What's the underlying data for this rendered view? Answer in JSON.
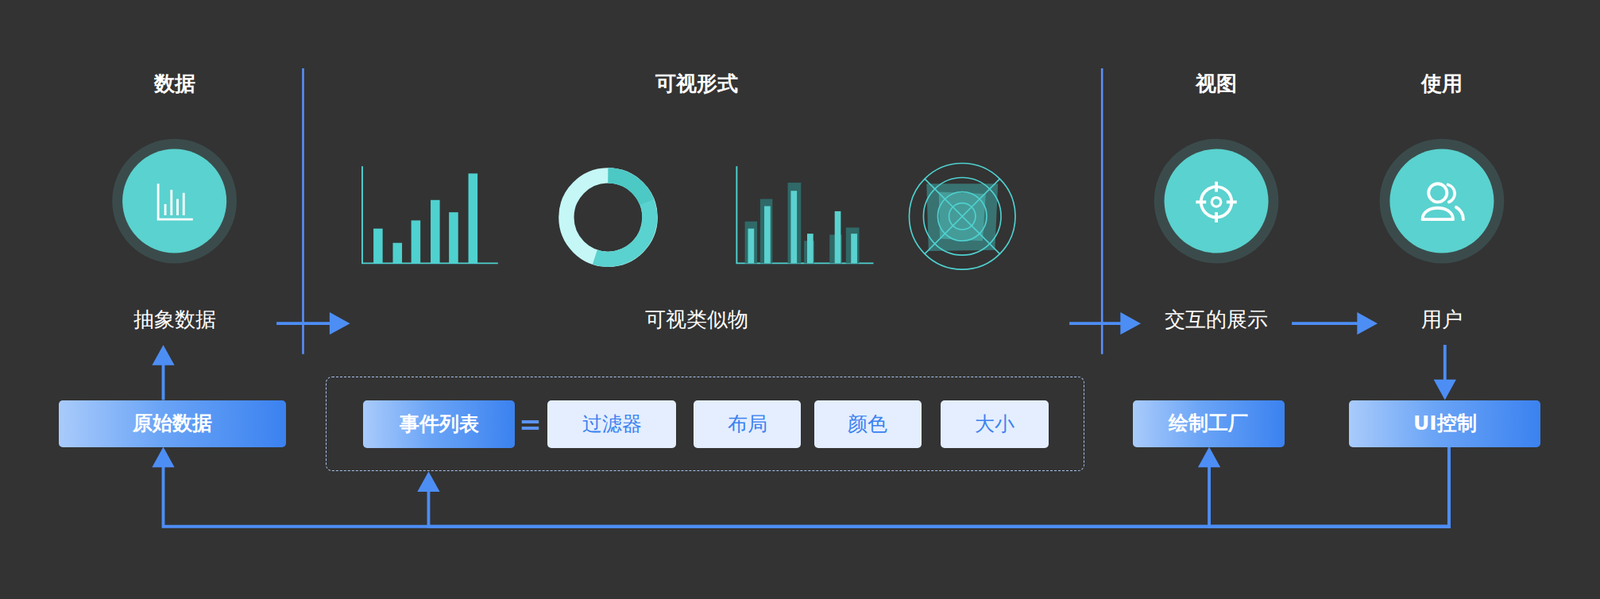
{
  "diagram": {
    "nodes": [
      {
        "text": [
          "抽象数据"
        ]
      },
      {
        "text": [
          "可视类似物"
        ]
      },
      {
        "text": [
          "交互的展示"
        ]
      },
      {
        "text": [
          "用户"
        ]
      },
      {
        "text": [
          "原始数据"
        ]
      },
      {
        "text": [
          "="
        ]
      },
      {
        "text": [
          "事件列表"
        ],
        "in": 5
      },
      {
        "text": [
          "过滤器"
        ],
        "in": 5
      },
      {
        "text": [
          "布局"
        ],
        "in": 5
      },
      {
        "text": [
          "颜色"
        ],
        "in": 5
      },
      {
        "text": [
          "大小"
        ],
        "in": 5
      },
      {
        "text": [
          "绘制工厂"
        ]
      },
      {
        "text": [
          "UI控制"
        ]
      }
    ],
    "edges": [
      {
        "from": 0,
        "to": 1,
        "arrow": "to"
      },
      {
        "from": 1,
        "to": 2,
        "arrow": "to"
      },
      {
        "from": 2,
        "to": 3,
        "arrow": "to"
      },
      {
        "from": 4,
        "to": 0,
        "arrow": "to"
      },
      {
        "from": 3,
        "to": 12,
        "arrow": "to"
      },
      {
        "from": 12,
        "to": 4,
        "arrow": "to"
      },
      {
        "from": 12,
        "to": 5,
        "arrow": "to"
      },
      {
        "from": 12,
        "to": 11,
        "arrow": "to"
      }
    ],
    "labels": [
      "数据",
      "可视形式",
      "视图",
      "使用"
    ]
  }
}
